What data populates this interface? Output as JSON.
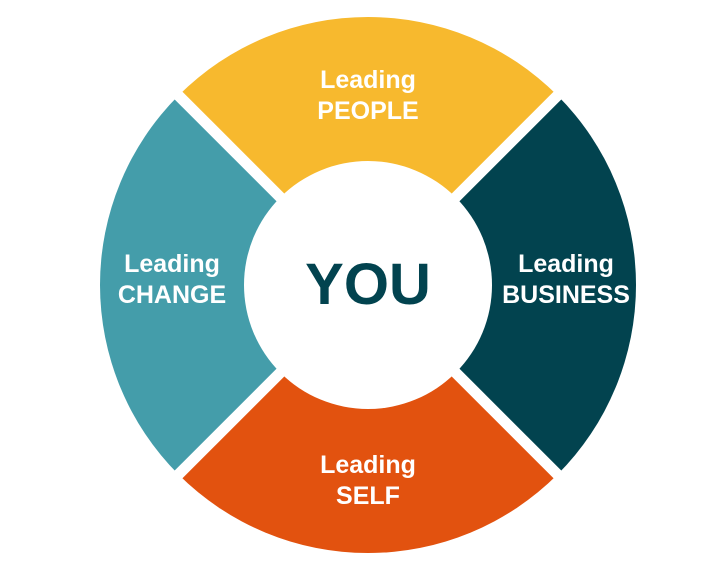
{
  "center": {
    "label": "YOU",
    "color": "#02434F"
  },
  "segments": [
    {
      "id": "people",
      "line1": "Leading",
      "line2": "PEOPLE",
      "color": "#F7B92E"
    },
    {
      "id": "business",
      "line1": "Leading",
      "line2": "BUSINESS",
      "color": "#02434F"
    },
    {
      "id": "self",
      "line1": "Leading",
      "line2": "SELF",
      "color": "#E2520F"
    },
    {
      "id": "change",
      "line1": "Leading",
      "line2": "CHANGE",
      "color": "#449DAA"
    }
  ]
}
